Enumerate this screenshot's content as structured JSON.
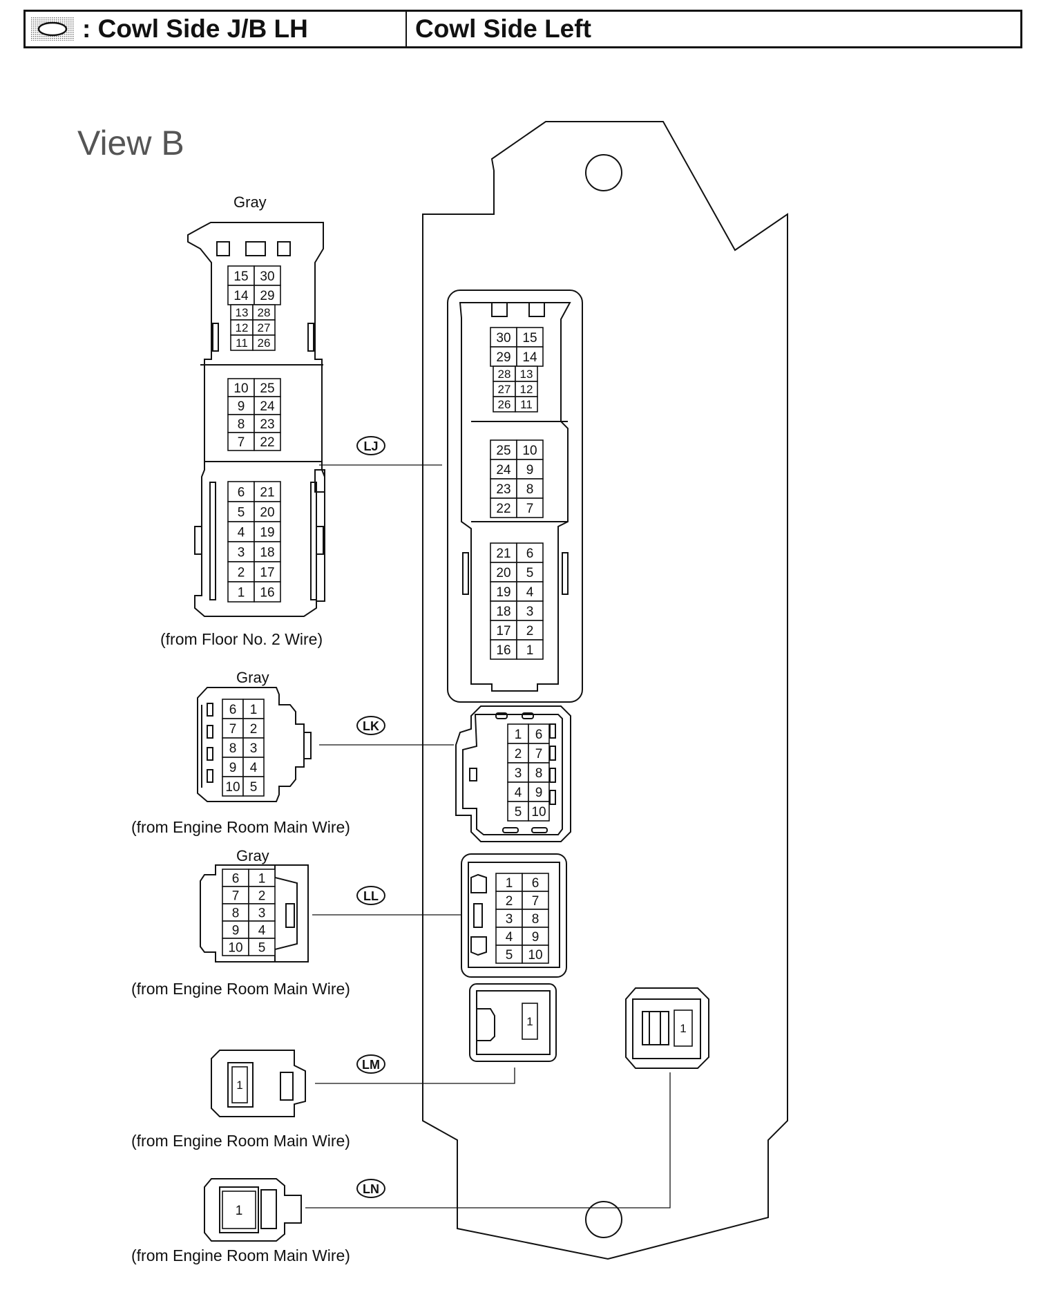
{
  "header": {
    "left_title": ": Cowl Side J/B LH",
    "right_title": "Cowl Side Left",
    "symbol": "hatched-oval-location-symbol"
  },
  "view_label": "View B",
  "connectors": [
    {
      "id": "LJ",
      "color": "Gray",
      "source": "(from Floor No. 2 Wire)"
    },
    {
      "id": "LK",
      "color": "Gray",
      "source": "(from Engine Room Main Wire)"
    },
    {
      "id": "LL",
      "color": "Gray",
      "source": "(from Engine Room Main Wire)"
    },
    {
      "id": "LM",
      "source": "(from Engine Room Main Wire)"
    },
    {
      "id": "LN",
      "source": "(from Engine Room Main Wire)"
    }
  ],
  "pins": {
    "lj_plug": [
      [
        "15",
        "30"
      ],
      [
        "14",
        "29"
      ],
      [
        "13",
        "28"
      ],
      [
        "12",
        "27"
      ],
      [
        "11",
        "26"
      ],
      [
        "10",
        "25"
      ],
      [
        "9",
        "24"
      ],
      [
        "8",
        "23"
      ],
      [
        "7",
        "22"
      ],
      [
        "6",
        "21"
      ],
      [
        "5",
        "20"
      ],
      [
        "4",
        "19"
      ],
      [
        "3",
        "18"
      ],
      [
        "2",
        "17"
      ],
      [
        "1",
        "16"
      ]
    ],
    "lj_jack": [
      [
        "30",
        "15"
      ],
      [
        "29",
        "14"
      ],
      [
        "28",
        "13"
      ],
      [
        "27",
        "12"
      ],
      [
        "26",
        "11"
      ],
      [
        "25",
        "10"
      ],
      [
        "24",
        "9"
      ],
      [
        "23",
        "8"
      ],
      [
        "22",
        "7"
      ],
      [
        "21",
        "6"
      ],
      [
        "20",
        "5"
      ],
      [
        "19",
        "4"
      ],
      [
        "18",
        "3"
      ],
      [
        "17",
        "2"
      ],
      [
        "16",
        "1"
      ]
    ],
    "lk_plug": [
      [
        "6",
        "1"
      ],
      [
        "7",
        "2"
      ],
      [
        "8",
        "3"
      ],
      [
        "9",
        "4"
      ],
      [
        "10",
        "5"
      ]
    ],
    "lk_jack": [
      [
        "1",
        "6"
      ],
      [
        "2",
        "7"
      ],
      [
        "3",
        "8"
      ],
      [
        "4",
        "9"
      ],
      [
        "5",
        "10"
      ]
    ],
    "ll_plug": [
      [
        "6",
        "1"
      ],
      [
        "7",
        "2"
      ],
      [
        "8",
        "3"
      ],
      [
        "9",
        "4"
      ],
      [
        "10",
        "5"
      ]
    ],
    "ll_jack": [
      [
        "1",
        "6"
      ],
      [
        "2",
        "7"
      ],
      [
        "3",
        "8"
      ],
      [
        "4",
        "9"
      ],
      [
        "5",
        "10"
      ]
    ],
    "lm_plug": "1",
    "lm_jack": "1",
    "ln_plug": "1",
    "ln_jack": "1"
  }
}
